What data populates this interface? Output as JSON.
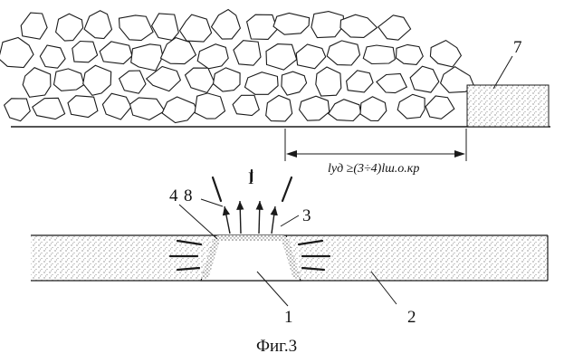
{
  "labels": {
    "seven": "7",
    "formula": "lуд ≥(3÷4)lш.о.кр",
    "four": "4",
    "eight": "8",
    "upper_I": "I",
    "three": "3",
    "one": "1",
    "two": "2"
  },
  "caption": "Фиг.3",
  "colors": {
    "ink": "#1a1a1a",
    "stipple": "#8a8a8a",
    "background": "#ffffff"
  }
}
